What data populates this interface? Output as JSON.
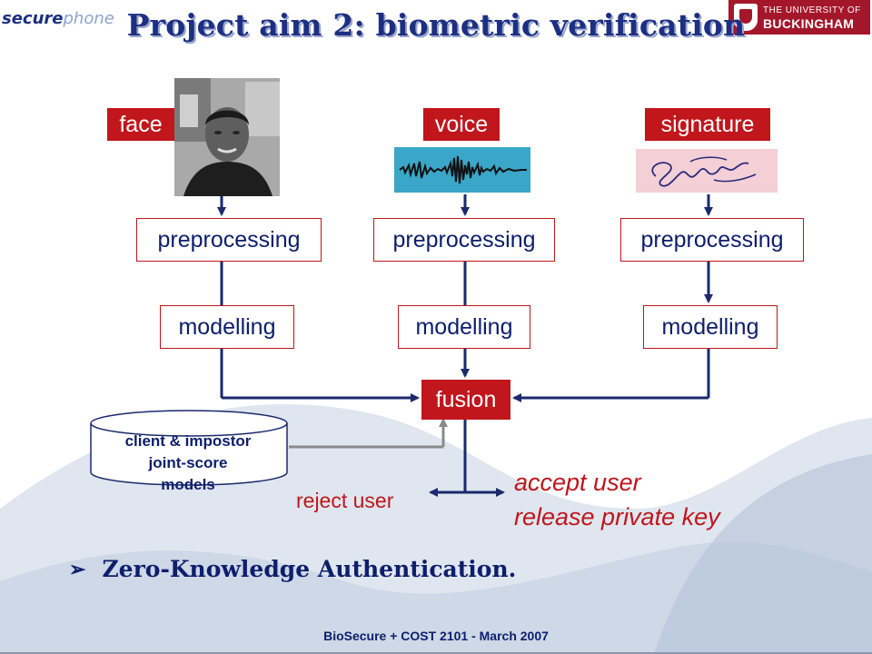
{
  "logo": {
    "secure": "secure",
    "phone": "phone"
  },
  "university": {
    "line1": "THE UNIVERSITY OF",
    "line2": "BUCKINGHAM",
    "emblem_icon": "shield-icon"
  },
  "title": "Project aim 2: biometric verification",
  "modalities": [
    {
      "label": "face",
      "step1": "preprocessing",
      "step2": "modelling",
      "media_icon": "face-photo"
    },
    {
      "label": "voice",
      "step1": "preprocessing",
      "step2": "modelling",
      "media_icon": "waveform-icon"
    },
    {
      "label": "signature",
      "step1": "preprocessing",
      "step2": "modelling",
      "media_icon": "signature-image"
    }
  ],
  "fusion": "fusion",
  "models_db": {
    "line1": "client & impostor",
    "line2": "joint-score",
    "line3": "models"
  },
  "outcomes": {
    "reject": "reject user",
    "accept_line1": "accept user",
    "accept_line2": "release private key"
  },
  "bullet": {
    "mark": "➢",
    "text": "Zero-Knowledge Authentication."
  },
  "footer": "BioSecure + COST 2101  - March 2007",
  "colors": {
    "title": "#1c2f82",
    "label_red": "#c0161c",
    "line_navy": "#1a2a6c",
    "uni_red": "#a4172b"
  }
}
